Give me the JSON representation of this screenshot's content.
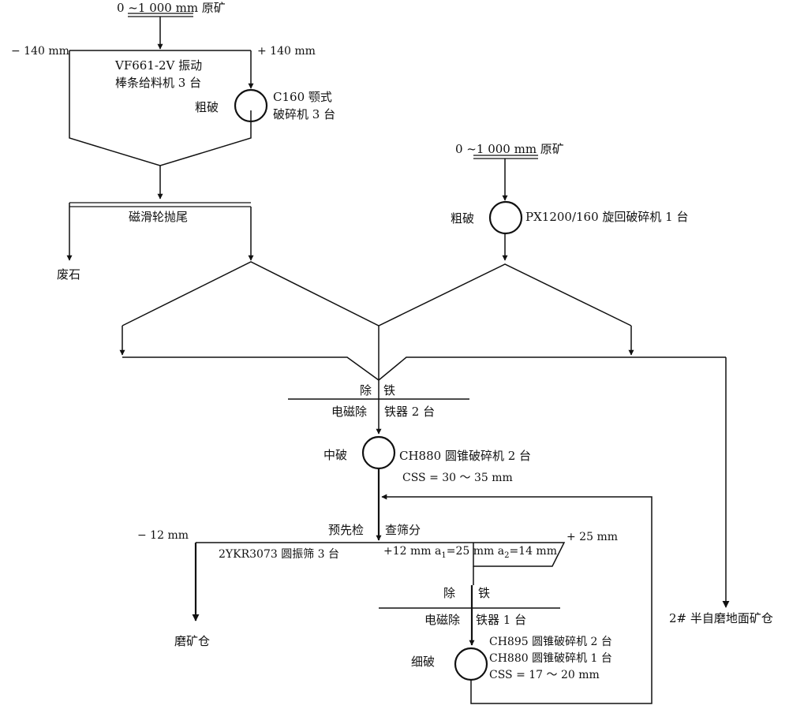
{
  "top_feed": "0 ~1 000 mm 原矿",
  "split_minus140": "− 140 mm",
  "split_plus140": "+ 140 mm",
  "feeder_line1": "VF661-2V 振动",
  "feeder_line2": "棒条给料机 3 台",
  "coarse_label_1": "粗破",
  "jaw_line1": "C160 颚式",
  "jaw_line2": "破碎机 3 台",
  "magnetic_tailing": "磁滑轮抛尾",
  "waste_rock": "废石",
  "right_feed": "0 ~1 000 mm 原矿",
  "coarse_label_2": "粗破",
  "gyratory": "PX1200/160 旋回破碎机 1 台",
  "iron_removal_1a": "除",
  "iron_removal_1b": "铁",
  "magnet_1a": "电磁除",
  "magnet_1b": "铁器 2 台",
  "medium_label": "中破",
  "cone_ch880": "CH880 圆锥破碎机 2 台",
  "css_medium": "CSS = 30 ～ 35 mm",
  "prescreen_a": "预先检",
  "prescreen_b": "查筛分",
  "minus12": "− 12 mm",
  "plus25": "+ 25 mm",
  "screen": "2YKR3073 圆振筛 3 台",
  "screen_spec_a": "+12 mm  a",
  "screen_spec_sub1": "1",
  "screen_spec_b": "=25 mm  a",
  "screen_spec_sub2": "2",
  "screen_spec_c": "=14 mm",
  "iron_removal_2a": "除",
  "iron_removal_2b": "铁",
  "magnet_2a": "电磁除",
  "magnet_2b": "铁器 1 台",
  "fine_label": "细破",
  "cone_ch895": "CH895 圆锥破碎机 2 台",
  "cone_ch880_fine": "CH880 圆锥破碎机 1 台",
  "css_fine": "CSS = 17 ～ 20 mm",
  "mill_bin": "磨矿仓",
  "sag_bin": "2# 半自磨地面矿仓"
}
